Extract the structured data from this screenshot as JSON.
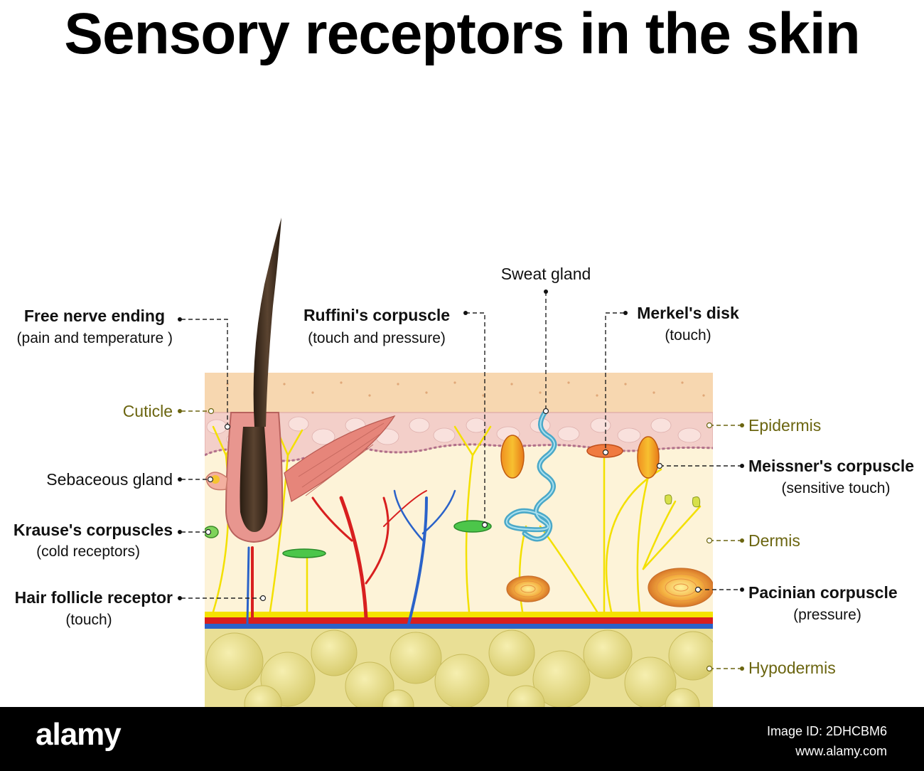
{
  "title": "Sensory receptors in the skin",
  "labels": {
    "free_nerve": "Free nerve ending",
    "free_nerve_sub": "(pain and temperature )",
    "cuticle": "Cuticle",
    "sebaceous": "Sebaceous gland",
    "krause": "Krause's  corpuscles",
    "krause_sub": "(cold receptors)",
    "hair_follicle": "Hair follicle receptor",
    "hair_follicle_sub": "(touch)",
    "ruffini": "Ruffini's corpuscle",
    "ruffini_sub": "(touch and pressure)",
    "sweat": "Sweat gland",
    "merkel": "Merkel's disk",
    "merkel_sub": "(touch)",
    "epidermis": "Epidermis",
    "meissner": "Meissner's corpuscle",
    "meissner_sub": "(sensitive touch)",
    "dermis": "Dermis",
    "pacinian": "Pacinian corpuscle",
    "pacinian_sub": "(pressure)",
    "hypodermis": "Hypodermis"
  },
  "footer": {
    "logo": "alamy",
    "image_id": "Image ID: 2DHCBM6",
    "site": "www.alamy.com"
  },
  "colors": {
    "epidermis_top": "#f7d7b0",
    "epidermis_cells": "#f3cfc9",
    "dermis": "#fdf3d8",
    "hypodermis": "#e6dc8c",
    "artery": "#d81f1f",
    "vein": "#2a62c9",
    "nerve": "#f5e300",
    "hair": "#3a2a1e",
    "layer_text": "#6b6510"
  }
}
